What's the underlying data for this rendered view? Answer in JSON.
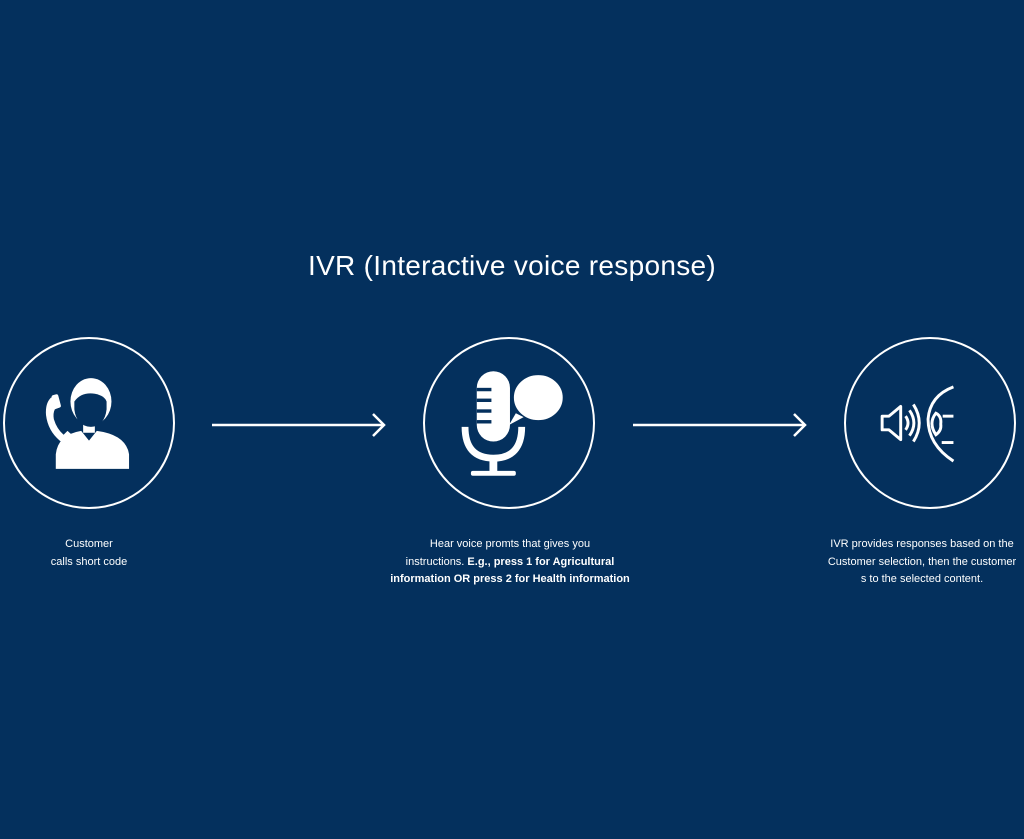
{
  "title": "IVR (Interactive voice response)",
  "steps": [
    {
      "icon": "person-phone-icon",
      "caption_lines": [
        "Customer",
        "calls short code"
      ]
    },
    {
      "icon": "microphone-speech-icon",
      "caption_line1": "Hear voice promts that gives you",
      "caption_line2_plain": "instructions. ",
      "caption_line2_bold": "E.g., press 1 for Agricultural",
      "caption_line3_bold": "information OR press 2 for Health information"
    },
    {
      "icon": "speaker-listener-icon",
      "caption_lines": [
        "IVR provides responses based on the",
        "Customer selection, then the customer",
        "s to the selected content."
      ]
    }
  ],
  "colors": {
    "background": "#04305d",
    "foreground": "#ffffff"
  }
}
